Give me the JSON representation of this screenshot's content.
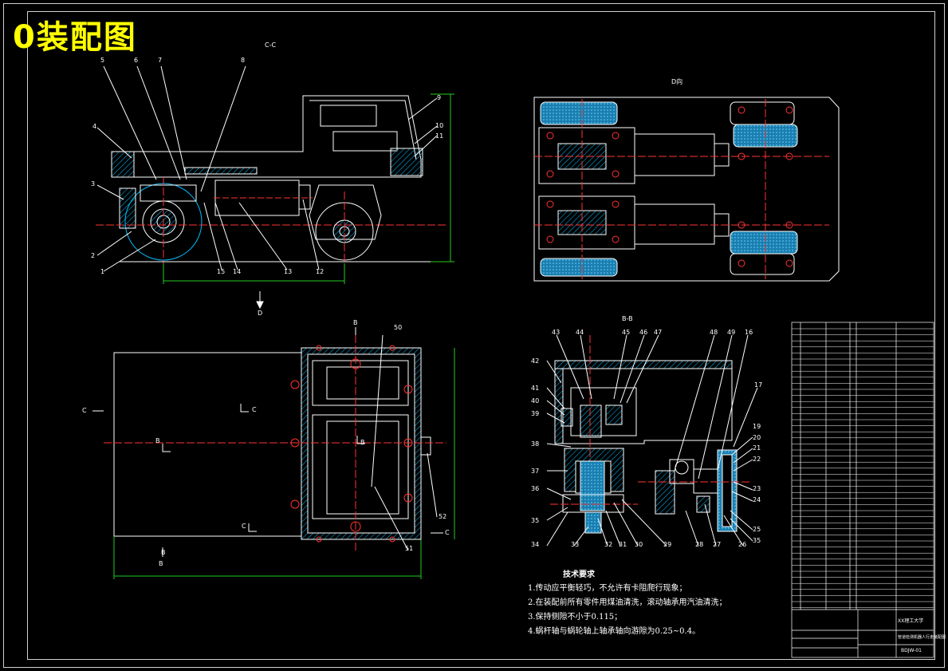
{
  "title": "0装配图",
  "views": {
    "cc": "C-C",
    "d": "D向",
    "bb": "B-B",
    "d_arrow": "D"
  },
  "section_marks": {
    "c_left": "C",
    "c_inner": "C",
    "c_bottom": "C",
    "c_right": "C",
    "b_top": "B",
    "b_inner": "B",
    "b_right": "B",
    "b_bottom_left": "B",
    "b_bottom": "B"
  },
  "balloons": [
    "1",
    "2",
    "3",
    "4",
    "5",
    "6",
    "7",
    "8",
    "9",
    "10",
    "11",
    "12",
    "13",
    "14",
    "15",
    "16",
    "17",
    "19",
    "20",
    "21",
    "22",
    "23",
    "24",
    "25",
    "26",
    "27",
    "28",
    "29",
    "30",
    "31",
    "32",
    "33",
    "34",
    "35",
    "35",
    "36",
    "37",
    "38",
    "39",
    "40",
    "41",
    "42",
    "43",
    "44",
    "45",
    "46",
    "47",
    "48",
    "49",
    "50",
    "51",
    "52"
  ],
  "tech_requirements": {
    "heading": "技术要求",
    "items": [
      "1.传动应平衡轻巧，不允许有卡阻爬行现象；",
      "2.在装配前所有零件用煤油清洗，滚动轴承用汽油清洗；",
      "3.保持侧隙不小于0.115；",
      "4.蜗杆轴与蜗轮轴上轴承轴向游隙为0.25~0.4。"
    ]
  },
  "title_block": {
    "company": "XX理工大学",
    "drawing_name": "管道检测机器人行走装配图",
    "code": "BDJW-01"
  }
}
